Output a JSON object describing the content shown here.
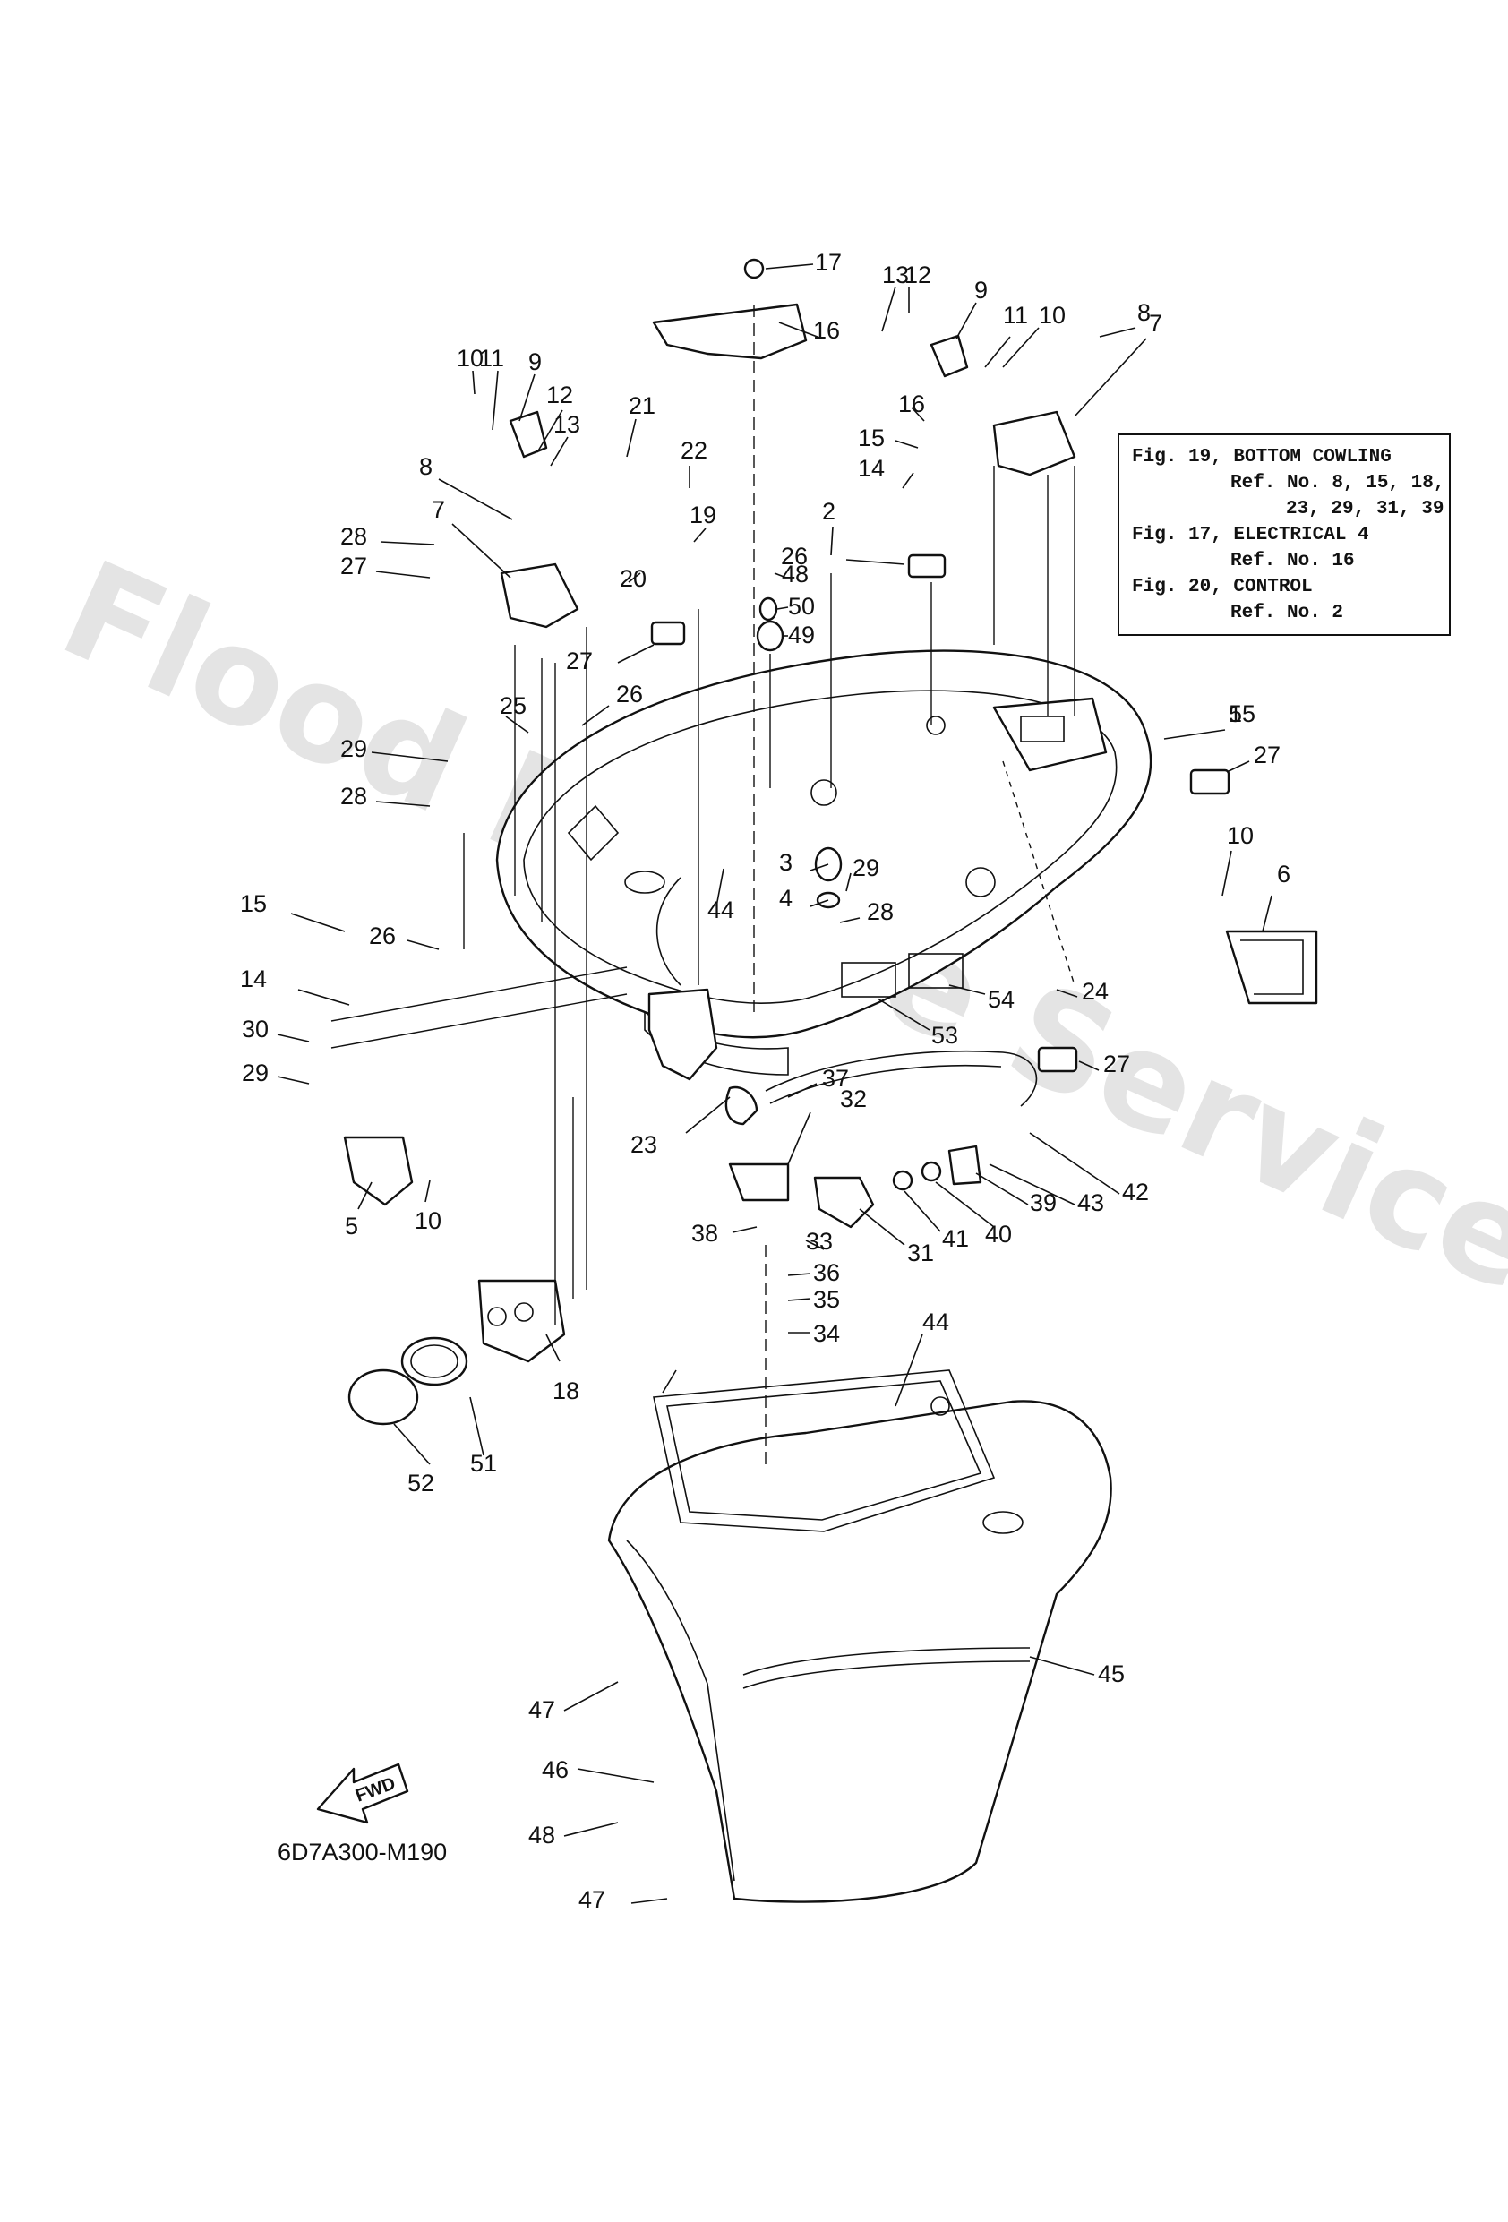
{
  "watermark": "Flood Marine Services",
  "diagram_code": "6D7A300-M190",
  "fwd_label": "FWD",
  "reference_box": {
    "lines": [
      "Fig. 19, BOTTOM COWLING",
      "Ref. No. 8, 15, 18,",
      "23, 29, 31, 39",
      "Fig. 17, ELECTRICAL 4",
      "Ref. No. 16",
      "Fig. 20, CONTROL",
      "Ref. No. 2"
    ]
  },
  "callouts": [
    "1",
    "2",
    "3",
    "4",
    "5",
    "6",
    "7",
    "7",
    "8",
    "8",
    "9",
    "9",
    "10",
    "10",
    "10",
    "10",
    "11",
    "11",
    "12",
    "12",
    "13",
    "13",
    "14",
    "14",
    "15",
    "15",
    "16",
    "16",
    "17",
    "18",
    "19",
    "20",
    "21",
    "22",
    "23",
    "24",
    "25",
    "26",
    "26",
    "26",
    "27",
    "27",
    "27",
    "27",
    "28",
    "28",
    "28",
    "29",
    "29",
    "29",
    "30",
    "31",
    "32",
    "33",
    "34",
    "35",
    "36",
    "37",
    "38",
    "39",
    "40",
    "41",
    "42",
    "43",
    "44",
    "44",
    "45",
    "46",
    "47",
    "47",
    "48",
    "48",
    "49",
    "50",
    "51",
    "52",
    "53",
    "54",
    "55"
  ]
}
